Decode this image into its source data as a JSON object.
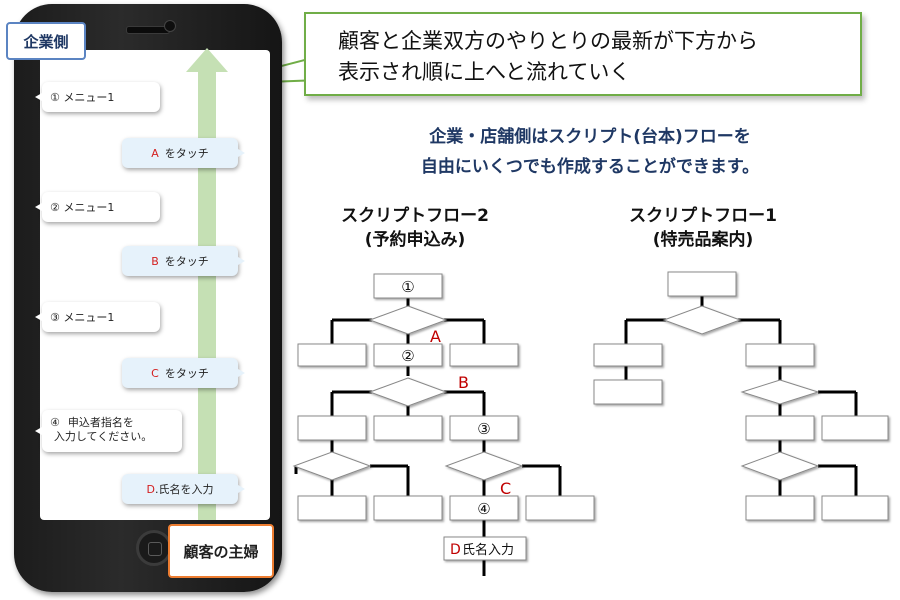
{
  "phone": {
    "company_label": "企業側",
    "customer_label": "顧客の主婦",
    "messages": [
      {
        "side": "left",
        "text": "① メニュー1"
      },
      {
        "side": "right",
        "letter": "A",
        "text": "をタッチ"
      },
      {
        "side": "left",
        "text": "② メニュー1"
      },
      {
        "side": "right",
        "letter": "B",
        "text": "をタッチ"
      },
      {
        "side": "left",
        "text": "③ メニュー1"
      },
      {
        "side": "right",
        "letter": "C",
        "text": "をタッチ"
      },
      {
        "side": "left",
        "num": "④",
        "line1": "申込者指名を",
        "line2": "入力してください。"
      },
      {
        "side": "right",
        "letter": "D",
        "text": ".氏名を入力"
      }
    ]
  },
  "callout": {
    "line1": "顧客と企業双方のやりとりの最新が下方から",
    "line2": "表示され順に上へと流れていく"
  },
  "headline": {
    "line1": "企業・店舗側はスクリプト(台本)フローを",
    "line2": "自由にいくつでも作成することができます。"
  },
  "flow2": {
    "title": "スクリプトフロー2",
    "subtitle": "(予約申込み)",
    "node_labels": {
      "n1": "①",
      "n2": "②",
      "n3": "③",
      "n4": "④",
      "end_letter": "D",
      "end_text": "氏名入力"
    },
    "edge_labels": {
      "a": "A",
      "b": "B",
      "c": "C"
    }
  },
  "flow1": {
    "title": "スクリプトフロー1",
    "subtitle": "(特売品案内)"
  },
  "colors": {
    "arrow_green": "#c5e0b4",
    "callout_border": "#70ad47",
    "company_border": "#5b84c2",
    "customer_border": "#ed7d31",
    "accent_red": "#c00000",
    "headline": "#1f3864"
  }
}
